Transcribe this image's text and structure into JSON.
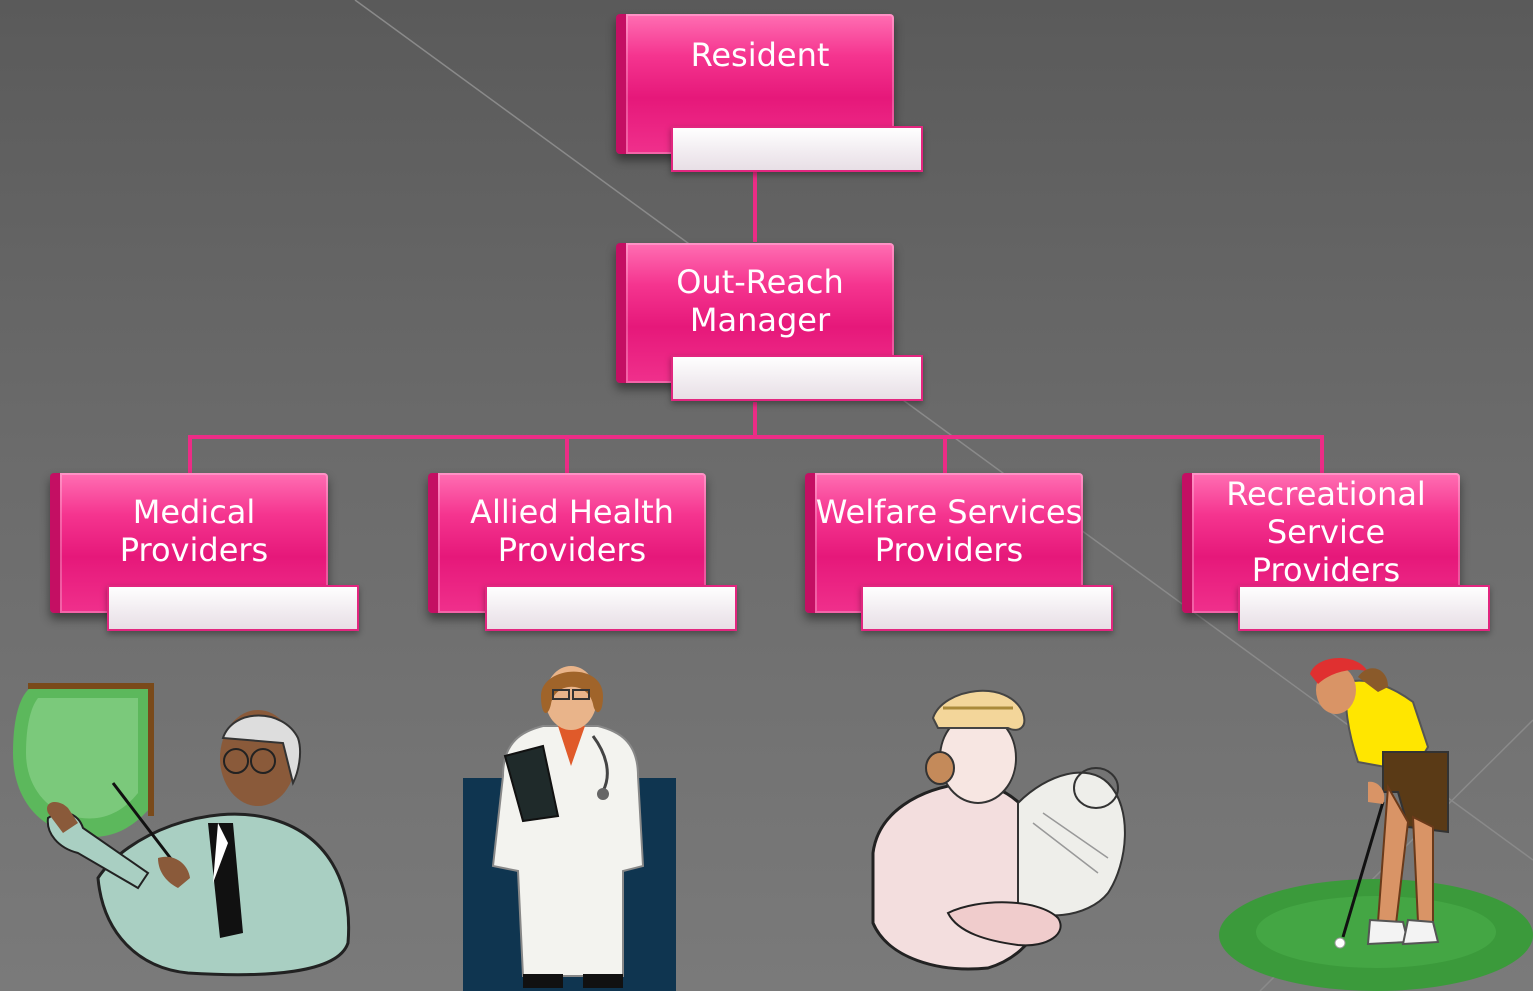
{
  "diagram": {
    "root": {
      "label": "Resident"
    },
    "manager": {
      "label_line1": "Out-Reach",
      "label_line2": "Manager"
    },
    "children": [
      {
        "line1": "Medical",
        "line2": "Providers"
      },
      {
        "line1": "Allied Health",
        "line2": "Providers"
      },
      {
        "line1": "Welfare Services",
        "line2": "Providers"
      },
      {
        "line1": "Recreational",
        "line2": "Service",
        "line3": "Providers"
      }
    ]
  },
  "colors": {
    "node_pink": "#ec2c86",
    "background": "#666666",
    "tag_border": "#e2267f"
  },
  "illustrations": [
    "teacher-clipart-icon",
    "doctor-clipart-icon",
    "engineer-clipart-icon",
    "golfer-clipart-icon"
  ]
}
